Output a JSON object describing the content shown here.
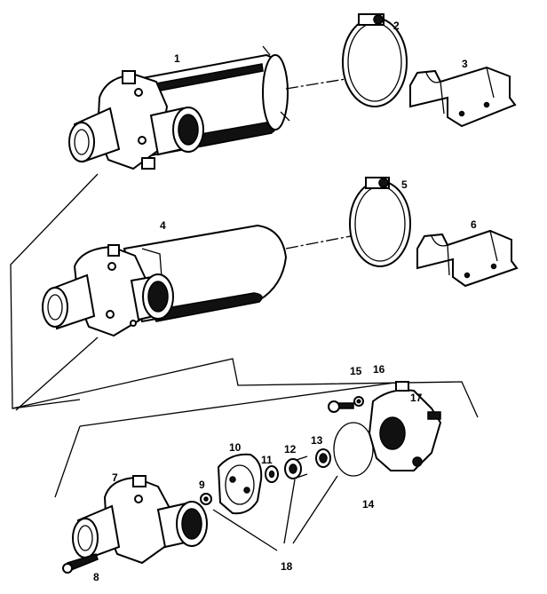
{
  "diagram": {
    "callouts": {
      "p1": "1",
      "p2": "2",
      "p3": "3",
      "p4": "4",
      "p5": "5",
      "p6": "6",
      "p7": "7",
      "p8": "8",
      "p9": "9",
      "p10": "10",
      "p11": "11",
      "p12": "12",
      "p13": "13",
      "p14": "14",
      "p15": "15",
      "p16": "16",
      "p17": "17",
      "p18": "18"
    }
  }
}
